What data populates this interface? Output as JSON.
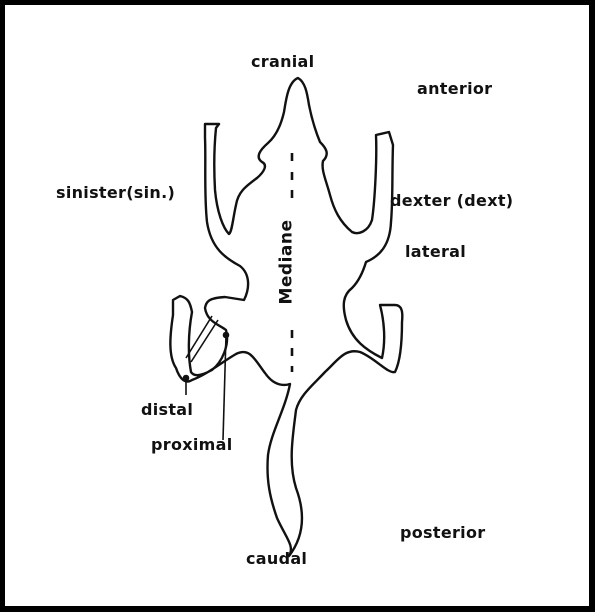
{
  "labels": {
    "cranial": "cranial",
    "anterior": "anterior",
    "sinister": "sinister(sin.)",
    "dexter": "dexter (dext)",
    "lateral": "lateral",
    "mediane": "Mediane",
    "distal": "distal",
    "proximal": "proximal",
    "posterior": "posterior",
    "caudal": "caudal"
  }
}
